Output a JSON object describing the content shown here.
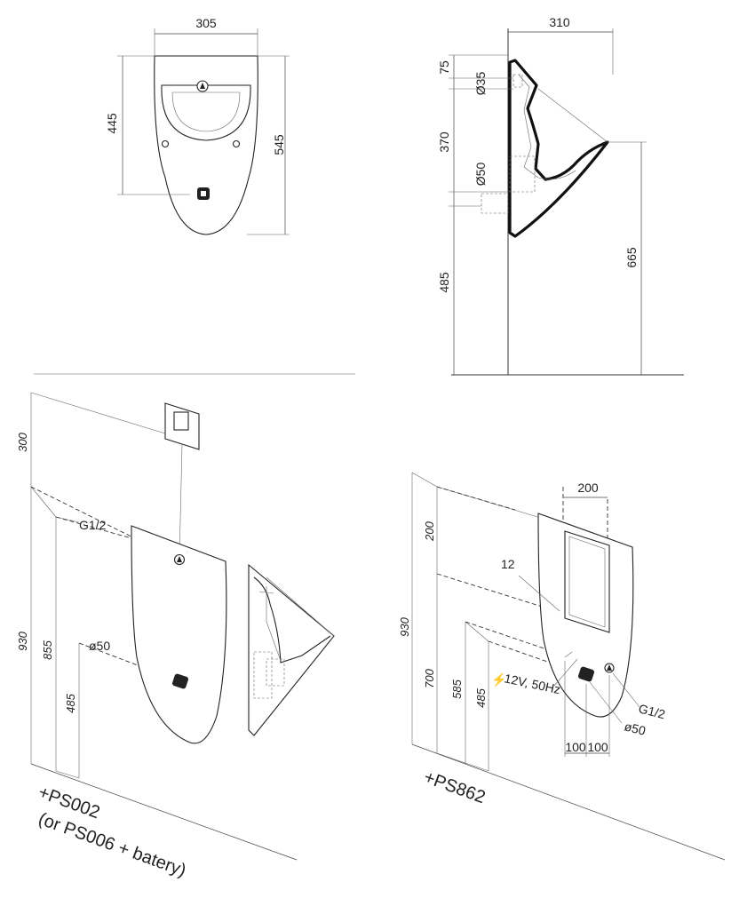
{
  "front_view": {
    "width": "305",
    "height_inner": "445",
    "height_total": "545"
  },
  "side_view": {
    "depth": "310",
    "d1": "75",
    "inlet_diameter": "Ø35",
    "d2": "370",
    "outlet_diameter": "Ø50",
    "d3": "485",
    "rim_height": "665"
  },
  "install_left": {
    "h_panel_offset": "300",
    "h_total": "930",
    "h_inlet": "855",
    "h_outlet": "485",
    "inlet_thread": "G1/2",
    "outlet_diameter": "ø50",
    "kit_line1": "+PS002",
    "kit_line2": "(or PS006 + batery)"
  },
  "install_right": {
    "sensor_width": "200",
    "gap": "12",
    "h_top": "200",
    "h_total": "930",
    "h_power": "700",
    "h_inlet": "585",
    "h_outlet": "485",
    "power_spec": "12V, 50Hz",
    "power_symbol": "⚡",
    "inlet_thread": "G1/2",
    "outlet_diameter": "ø50",
    "offset_a": "100",
    "offset_b": "100",
    "kit": "+PS862"
  }
}
